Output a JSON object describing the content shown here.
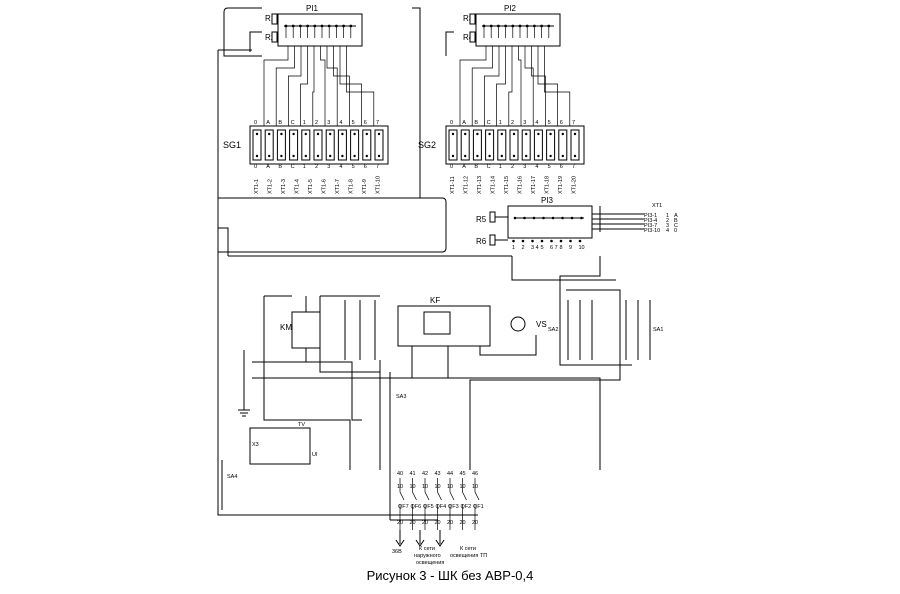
{
  "labels": {
    "pi1": "PI1",
    "pi2": "PI2",
    "pi3": "PI3",
    "r1": "R1",
    "r2": "R2",
    "r3": "R3",
    "r4": "R4",
    "r5": "R5",
    "r6": "R6",
    "sg1": "SG1",
    "sg2": "SG2",
    "xt1": "XT1",
    "km": "KM",
    "kf": "KF",
    "vs": "VS",
    "tv": "TV",
    "ui": "UI",
    "sa1": "SA1",
    "sa2": "SA2",
    "sa3": "SA3",
    "sa4": "SA4",
    "x3": "X3"
  },
  "sg_columns": [
    "0",
    "A",
    "B",
    "C",
    "1",
    "2",
    "3",
    "4",
    "5",
    "6",
    "7"
  ],
  "xt_terminals_1": [
    "XT1-1",
    "XT1-2",
    "XT1-3",
    "XT1-4",
    "XT1-5",
    "XT1-6",
    "XT1-7",
    "XT1-8",
    "XT1-9",
    "XT1-10"
  ],
  "xt_terminals_2": [
    "XT1-11",
    "XT1-12",
    "XT1-13",
    "XT1-14",
    "XT1-15",
    "XT1-16",
    "XT1-17",
    "XT1-18",
    "XT1-19",
    "XT1-20"
  ],
  "xt1_table": [
    [
      "PI3-1",
      "1",
      "A"
    ],
    [
      "PI3-4",
      "2",
      "B"
    ],
    [
      "PI3-7",
      "3",
      "C"
    ],
    [
      "PI3-10",
      "4",
      "0"
    ]
  ],
  "pi3_pins": [
    "1",
    "2",
    "3 4",
    "5",
    "6 7",
    "8",
    "9",
    "10"
  ],
  "breakers": [
    "QF7",
    "QF6",
    "QF5",
    "QF4",
    "QF3",
    "QF2",
    "QF1"
  ],
  "breaker_top": [
    "40",
    "41",
    "42",
    "43",
    "44",
    "45",
    "46"
  ],
  "breaker_mid": [
    "10",
    "10",
    "10",
    "10",
    "10",
    "10",
    "10"
  ],
  "breaker_bot": [
    "20",
    "20",
    "20",
    "20",
    "20",
    "20",
    "20"
  ],
  "outputs": {
    "v36": "36В",
    "outdoor": [
      "К сети",
      "наружного",
      "освещения"
    ],
    "tp": [
      "К сети",
      "освещения ТП"
    ]
  },
  "caption": "Рисунок 3 - ШК без АВР-0,4"
}
